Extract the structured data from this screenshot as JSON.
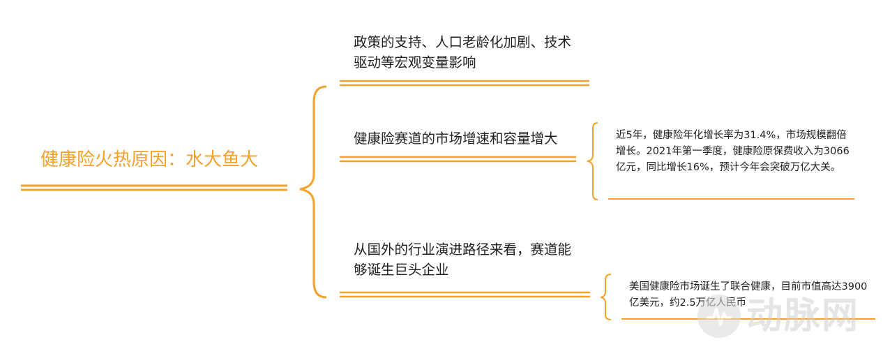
{
  "root": {
    "label": "健康险火热原因：水大鱼大"
  },
  "branches": [
    {
      "label": "政策的支持、人口老龄化加剧、技术驱动等宏观变量影响"
    },
    {
      "label": "健康险赛道的市场增速和容量增大",
      "detail": "近5年，健康险年化增长率为31.4%，市场规模翻倍增长。2021年第一季度，健康险原保费收入为3066亿元，同比增长16%，预计今年会突破万亿大关。"
    },
    {
      "label": "从国外的行业演进路径来看，赛道能够诞生巨头企业",
      "detail": "美国健康险市场诞生了联合健康，目前市值高达3900亿美元，约2.5万亿人民币"
    }
  ],
  "watermark": {
    "text": "动脉网",
    "icon": "pulse-logo-icon"
  },
  "colors": {
    "accent": "#f5a12a",
    "text": "#1f1f1f",
    "background": "#ffffff"
  }
}
